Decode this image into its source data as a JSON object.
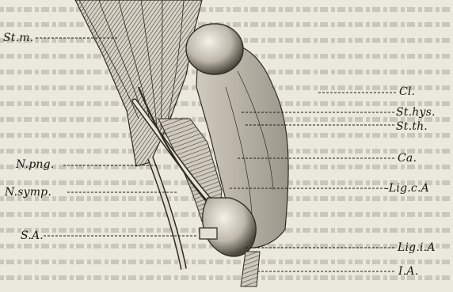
{
  "labels": {
    "stm": "St.m.",
    "cl": "Cl.",
    "sthys": "St.hys.",
    "stth": "St.th.",
    "npng": "N.png.",
    "ca": "Ca.",
    "nsymp": "N.symp.",
    "ligca": "-Lig.c.A",
    "sa": "S.A.",
    "ligia": "Lig.i.A",
    "ia": "I.A."
  }
}
